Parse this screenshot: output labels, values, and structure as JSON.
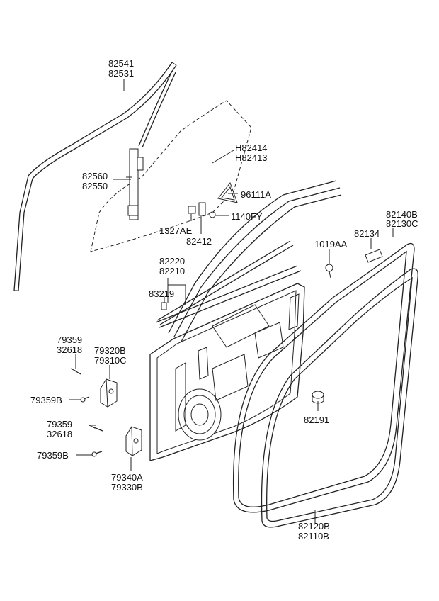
{
  "diagram": {
    "colors": {
      "line": "#222222",
      "text": "#111111",
      "background": "#ffffff"
    },
    "labels": {
      "p82541": "82541",
      "p82531": "82531",
      "pH82414": "H82414",
      "pH82413": "H82413",
      "p82560": "82560",
      "p82550": "82550",
      "p96111A": "96111A",
      "p1140FY": "1140FY",
      "p1327AE": "1327AE",
      "p82412": "82412",
      "p82220": "82220",
      "p82210": "82210",
      "p83219": "83219",
      "p82140B": "82140B",
      "p82130C": "82130C",
      "p82134": "82134",
      "p1019AA": "1019AA",
      "p79359a": "79359",
      "p32618a": "32618",
      "p79320B": "79320B",
      "p79310C": "79310C",
      "p79359Ba": "79359B",
      "p79359b": "79359",
      "p32618b": "32618",
      "p79359Bb": "79359B",
      "p79340A": "79340A",
      "p79330B": "79330B",
      "p82191": "82191",
      "p82120B": "82120B",
      "p82110B": "82110B"
    }
  }
}
